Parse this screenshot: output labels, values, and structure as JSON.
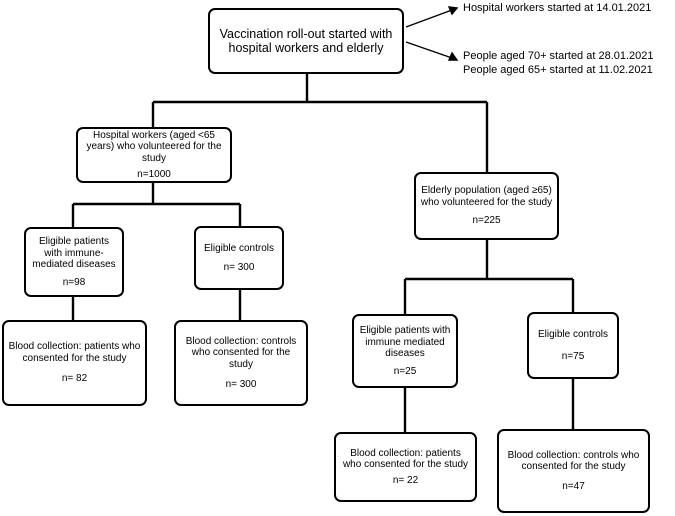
{
  "top": {
    "title": "Vaccination roll-out started with hospital workers and elderly"
  },
  "notes": {
    "hospital": "Hospital workers started at 14.01.2021",
    "aged70": "People aged 70+ started at 28.01.2021",
    "aged65": "People aged 65+ started at 11.02.2021"
  },
  "hospital_workers": {
    "label": "Hospital workers (aged <65 years) who volunteered for the study",
    "count": "n=1000",
    "patients": {
      "label": "Eligible patients with immune-mediated diseases",
      "count": "n=98"
    },
    "controls": {
      "label": "Eligible controls",
      "count": "n= 300"
    },
    "patients_blood": {
      "label": "Blood collection: patients who consented for the study",
      "count": "n= 82"
    },
    "controls_blood": {
      "label": "Blood collection: controls who consented for the study",
      "count": "n= 300"
    }
  },
  "elderly": {
    "label": "Elderly population (aged ≥65) who volunteered for the study",
    "count": "n=225",
    "patients": {
      "label": "Eligible patients with immune mediated diseases",
      "count": "n=25"
    },
    "controls": {
      "label": "Eligible controls",
      "count": "n=75"
    },
    "patients_blood": {
      "label": "Blood collection: patients who consented for the study",
      "count": "n= 22"
    },
    "controls_blood": {
      "label": "Blood collection: controls who consented for the study",
      "count": "n=47"
    }
  }
}
